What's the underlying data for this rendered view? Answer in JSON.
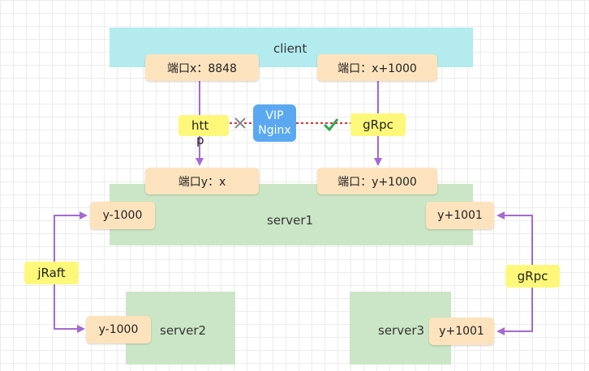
{
  "client": {
    "label": "client",
    "port_x": "端口x：8848",
    "port_x1000": "端口：x+1000"
  },
  "proxy": {
    "name_line1": "VIP",
    "name_line2": "Nginx",
    "http_tag_line1": "htt",
    "http_tag_line2": "p",
    "grpc_tag": "gRpc"
  },
  "server1": {
    "label": "server1",
    "port_y": "端口y：x",
    "port_y1000": "端口：y+1000",
    "raft_port": "y-1000",
    "raft_port_1001": "y+1001"
  },
  "server2": {
    "label": "server2",
    "raft_port": "y-1000"
  },
  "server3": {
    "label": "server3",
    "raft_port": "y+1001"
  },
  "links": {
    "left_tag": "jRaft",
    "right_tag": "gRpc"
  },
  "colors": {
    "client": "#b3ebef",
    "server": "#cbe6c6",
    "port": "#fde3bd",
    "tag": "#fef87a",
    "nginx": "#5aa9f0",
    "arrow": "#a46ad0",
    "blocked": "#e03030",
    "allowed": "#2fa84f"
  },
  "icons": {
    "blocked": "cross-mark-icon",
    "allowed": "check-mark-icon"
  }
}
